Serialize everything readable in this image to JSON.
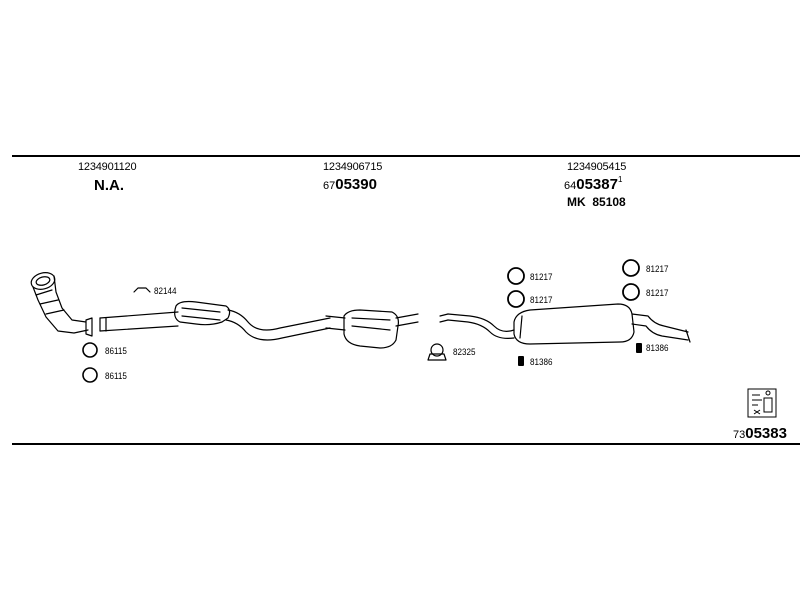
{
  "header": {
    "columns": [
      {
        "oem": "1234901120",
        "label": "N.A."
      },
      {
        "oem": "1234906715",
        "ref_prefix": "67",
        "ref_bold": "05390"
      },
      {
        "oem": "1234905415",
        "ref_prefix": "64",
        "ref_bold": "05387",
        "ref_sup": "1",
        "mk_prefix": "MK",
        "mk_number": "85108"
      }
    ]
  },
  "parts": {
    "clamp_82144": "82144",
    "gasket_86115_a": "86115",
    "gasket_86115_b": "86115",
    "clamp_82325": "82325",
    "ring_81217_a": "81217",
    "ring_81217_b": "81217",
    "ring_81217_c": "81217",
    "ring_81217_d": "81217",
    "mount_81386_a": "81386",
    "mount_81386_b": "81386"
  },
  "footer": {
    "ref_prefix": "73",
    "ref_bold": "05383"
  },
  "icons": [
    "manual-icon"
  ]
}
